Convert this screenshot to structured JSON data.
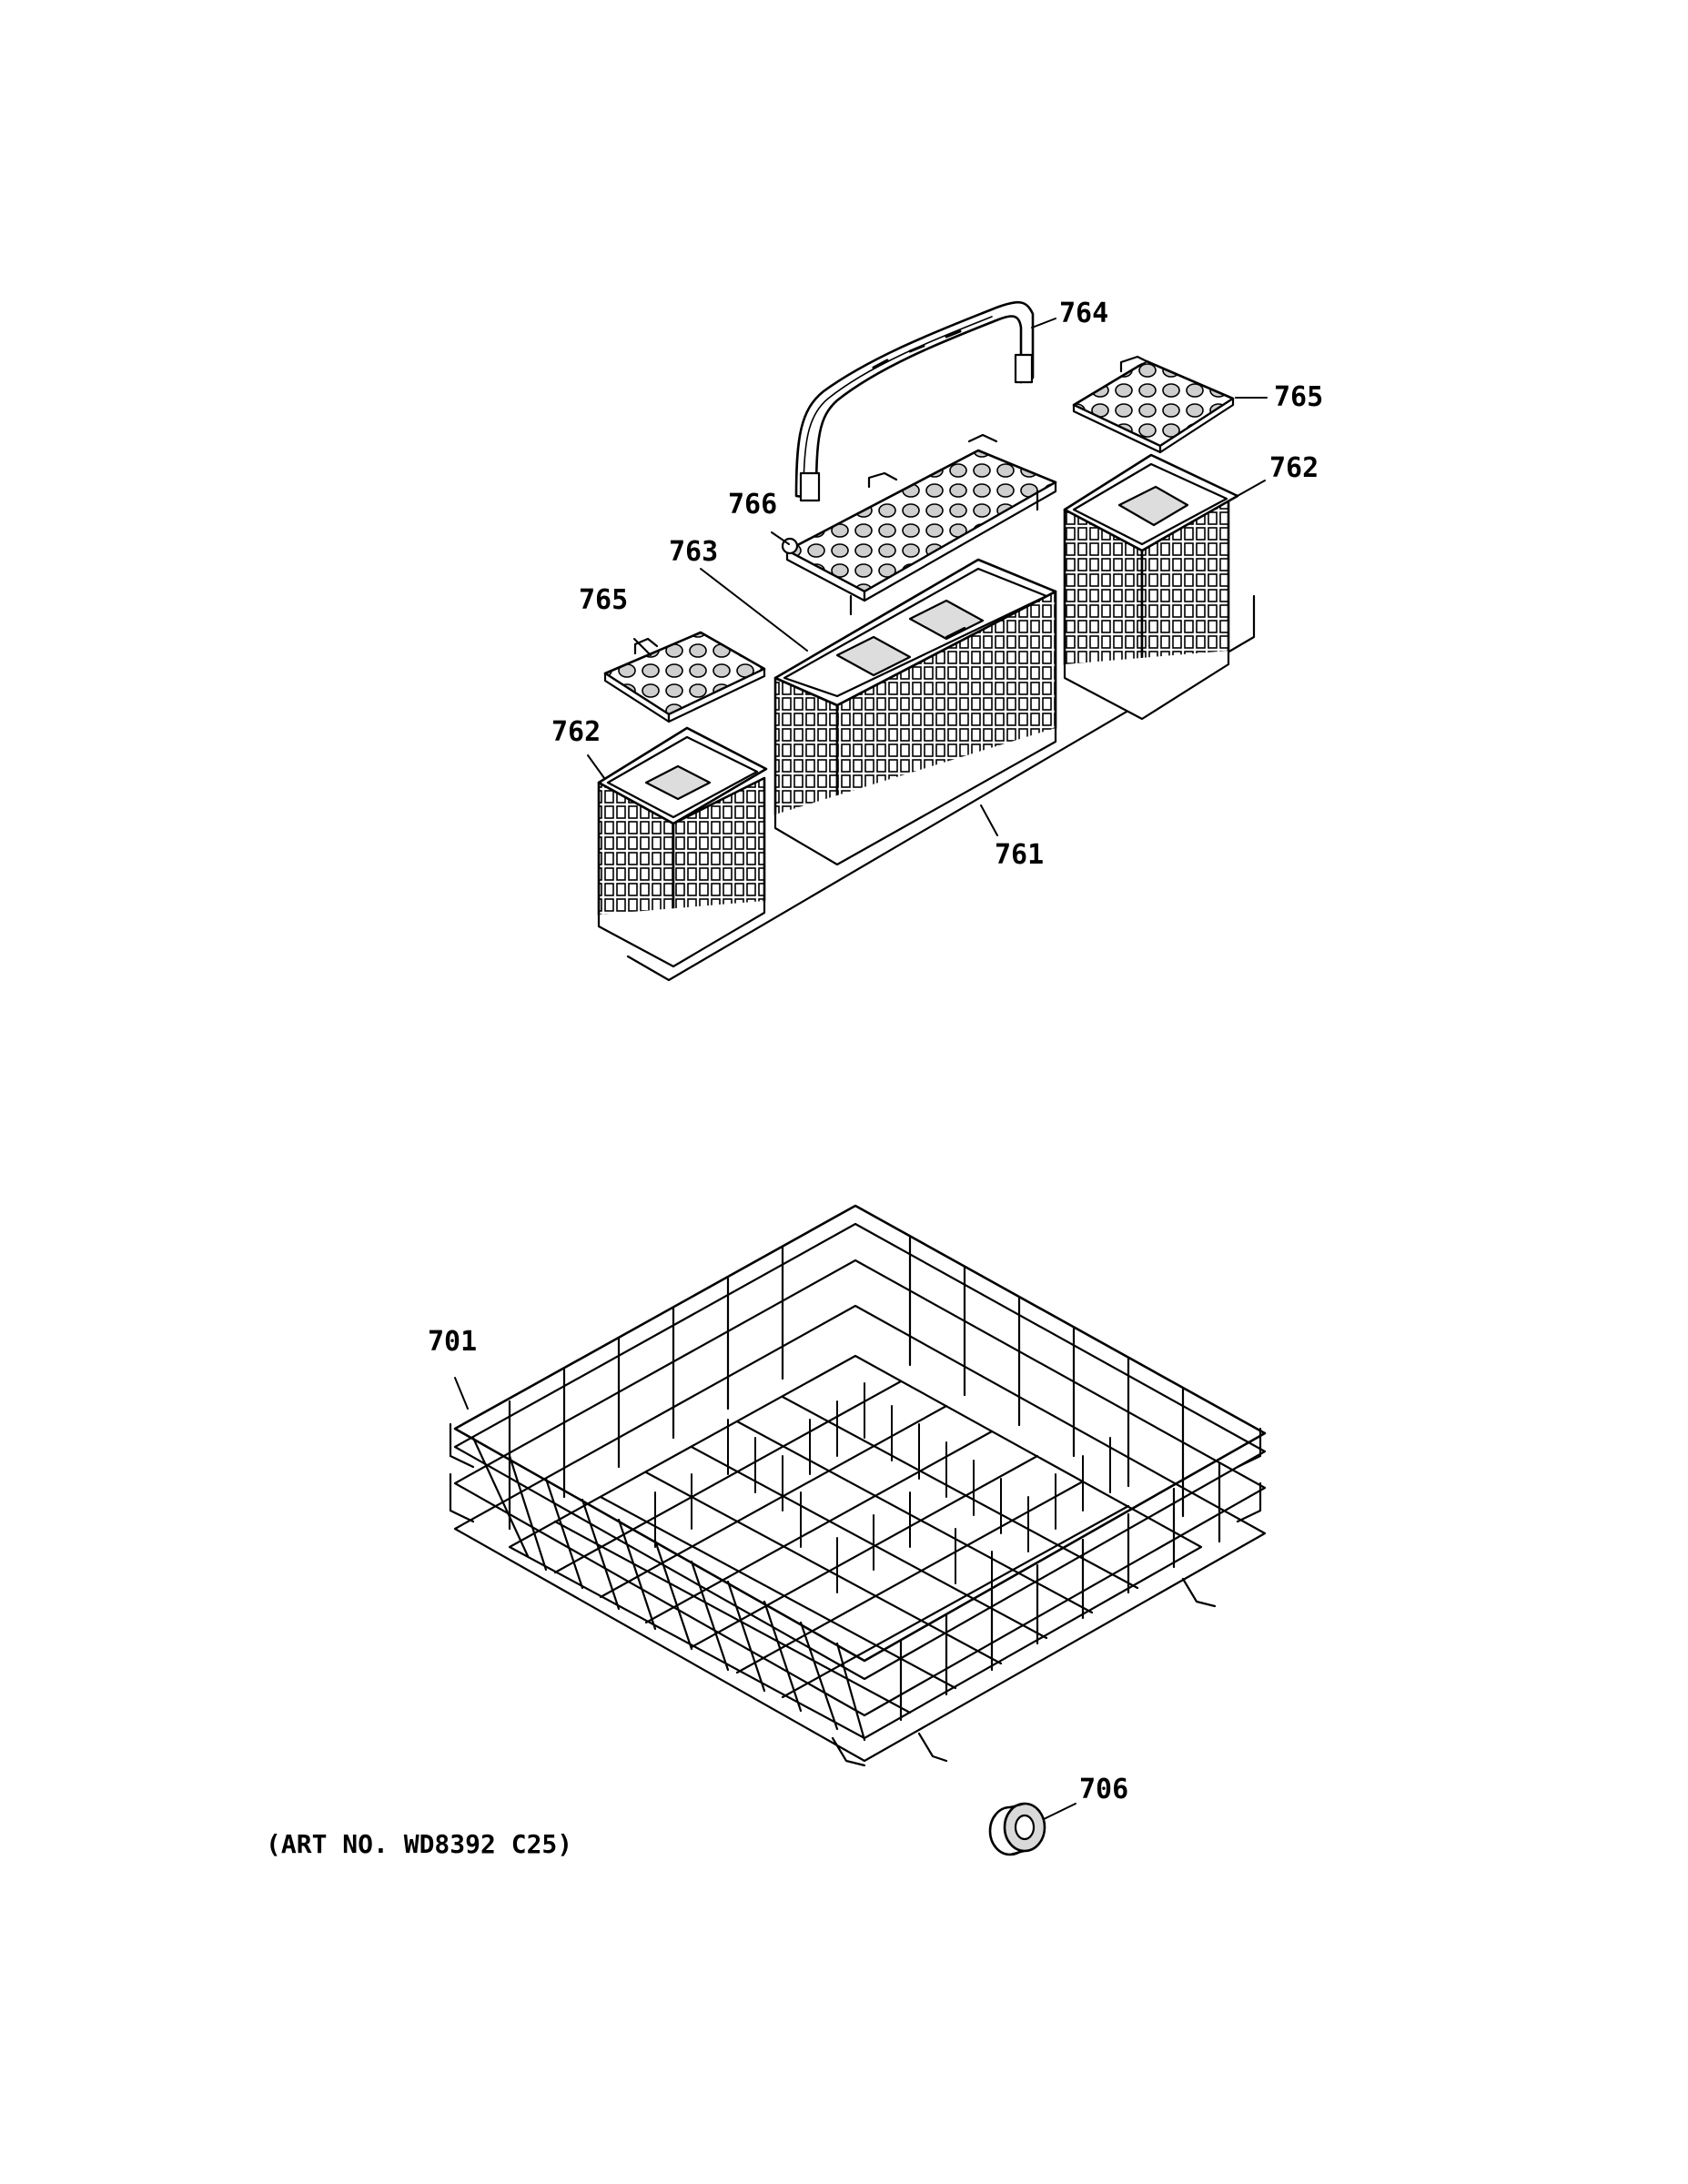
{
  "callouts": {
    "c764": "764",
    "c765_right": "765",
    "c762_right": "762",
    "c766": "766",
    "c763": "763",
    "c765_left": "765",
    "c762_left": "762",
    "c761": "761",
    "c701": "701",
    "c706": "706"
  },
  "art_number": "(ART NO. WD8392 C25)",
  "parts": [
    {
      "callout": "764",
      "icon": "basket-handle-icon"
    },
    {
      "callout": "765",
      "icon": "basket-cover-icon"
    },
    {
      "callout": "762",
      "icon": "small-basket-icon"
    },
    {
      "callout": "766",
      "icon": "center-cover-icon"
    },
    {
      "callout": "763",
      "icon": "center-basket-icon"
    },
    {
      "callout": "761",
      "icon": "silverware-basket-assembly-icon"
    },
    {
      "callout": "701",
      "icon": "lower-rack-icon"
    },
    {
      "callout": "706",
      "icon": "rack-wheel-icon"
    }
  ],
  "colors": {
    "line": "#000000",
    "fill": "#ffffff",
    "shade": "#bdbdbd"
  }
}
